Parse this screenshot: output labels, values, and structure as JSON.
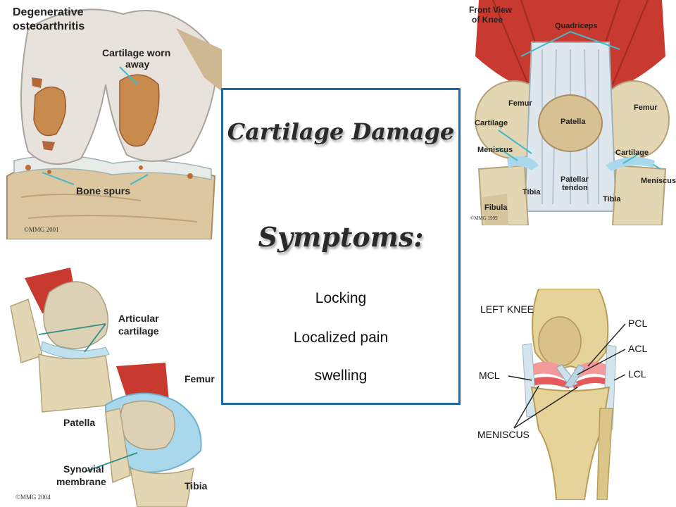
{
  "card": {
    "title": "Cartilage Damage",
    "subtitle": "Symptoms:",
    "symptoms": [
      "Locking",
      "Localized pain",
      "swelling"
    ]
  },
  "colors": {
    "card_border": "#1f6aa5",
    "muscle": "#c8392f",
    "bone": "#d9c9a1",
    "cartilage": "#a9d8ec"
  },
  "panel_osteo": {
    "heading_line1": "Degenerative",
    "heading_line2": "osteoarthritis",
    "label_worn_line1": "Cartilage worn",
    "label_worn_line2": "away",
    "label_spurs": "Bone spurs",
    "copyright": "©MMG 2001"
  },
  "panel_front": {
    "heading_line1": "Front View",
    "heading_line2": "of Knee",
    "quadriceps": "Quadriceps",
    "femur_left": "Femur",
    "femur_right": "Femur",
    "patella": "Patella",
    "cartilage_left": "Cartilage",
    "cartilage_right": "Cartilage",
    "meniscus_left": "Meniscus",
    "meniscus_right": "Meniscus",
    "tibia_left": "Tibia",
    "tibia_right": "Tibia",
    "tendon_line1": "Patellar",
    "tendon_line2": "tendon",
    "fibula": "Fibula",
    "copyright": "©MMG 1999"
  },
  "panel_side": {
    "articular_line1": "Articular",
    "articular_line2": "cartilage",
    "femur": "Femur",
    "patella": "Patella",
    "synovial_line1": "Synovial",
    "synovial_line2": "membrane",
    "tibia": "Tibia",
    "copyright": "©MMG 2004"
  },
  "panel_left": {
    "heading": "LEFT KNEE",
    "pcl": "PCL",
    "acl": "ACL",
    "mcl": "MCL",
    "lcl": "LCL",
    "meniscus": "MENISCUS"
  }
}
